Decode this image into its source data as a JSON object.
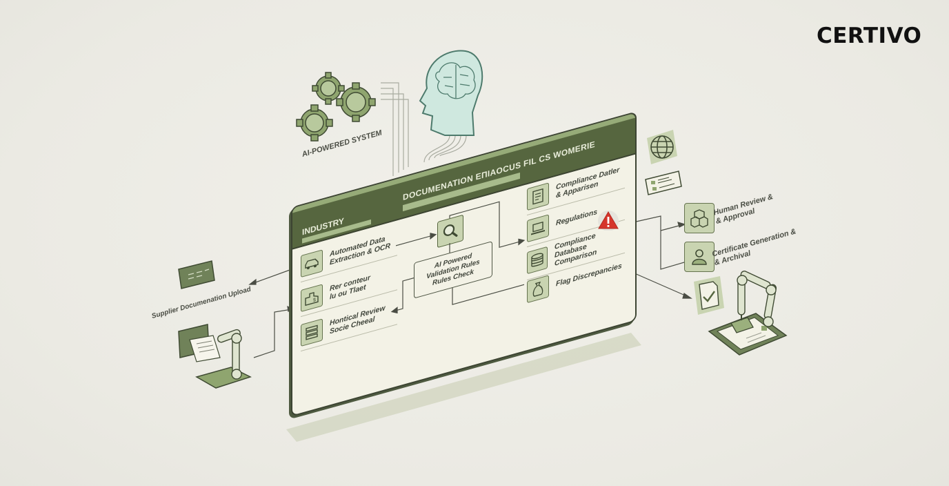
{
  "brand": {
    "logo_text": "CERTIVO"
  },
  "ai_system": {
    "label": "AI-POWERED SYSTEM",
    "icons": [
      "gear-icon",
      "gear-icon",
      "gear-icon",
      "brain-head-icon"
    ]
  },
  "panel": {
    "title": "DOCUMENATION EПIAOCUS FIL CS WOMERIE",
    "section_label": "INDUSTRY",
    "left_items": [
      {
        "label": "Automated Data Extraction & OCR",
        "line1": "Automated Data",
        "line2": "Extraction & OCR",
        "icon": "car-icon"
      },
      {
        "label": "Rer conteur lu ou Tlaet",
        "line1": "Rer conteur",
        "line2": "lu ou Tlaet",
        "icon": "factory-icon"
      },
      {
        "label": "Hontical Review Socie Cheeal",
        "line1": "Hontical Review",
        "line2": "Socie Cheeal",
        "icon": "server-icon"
      }
    ],
    "center": {
      "search_icon": "magnifier-icon",
      "validation": {
        "line1": "AI Powered",
        "line2": "Validation Rules",
        "line3": "Rules Check"
      }
    },
    "right_items": [
      {
        "line1": "Compliance Datler",
        "line2": "& Apparisen",
        "icon": "document-icon"
      },
      {
        "line1": "Regulations",
        "line2": "",
        "icon": "laptop-icon",
        "alert": "warning-triangle-icon"
      },
      {
        "line1": "Compliance Database",
        "line2": "Comparison",
        "icon": "database-icon"
      },
      {
        "line1": "Flag Discrepancies",
        "line2": "",
        "icon": "money-bag-icon"
      }
    ]
  },
  "left_side": {
    "upload_label": "Supplier Documenation Upload",
    "icons": [
      "card-reader-icon",
      "robot-arm-scanner-icon"
    ]
  },
  "right_side": {
    "items": [
      {
        "line1": "Human Review &",
        "line2": "& Approval",
        "icon": "boxes-icon"
      },
      {
        "line1": "Certificate Generation &",
        "line2": "& Archival",
        "icon": "user-icon"
      }
    ],
    "icons": [
      "globe-icon",
      "id-card-icon",
      "checked-document-icon",
      "robot-arm-tablet-icon"
    ]
  },
  "colors": {
    "background": "#ecebe4",
    "panel_header": "#56663f",
    "panel_body": "#f3f2e6",
    "accent_light": "#c9d4b1",
    "accent_bar": "#a8bb8c",
    "warning": "#d6352b",
    "brain_fill": "#cfe8df"
  }
}
